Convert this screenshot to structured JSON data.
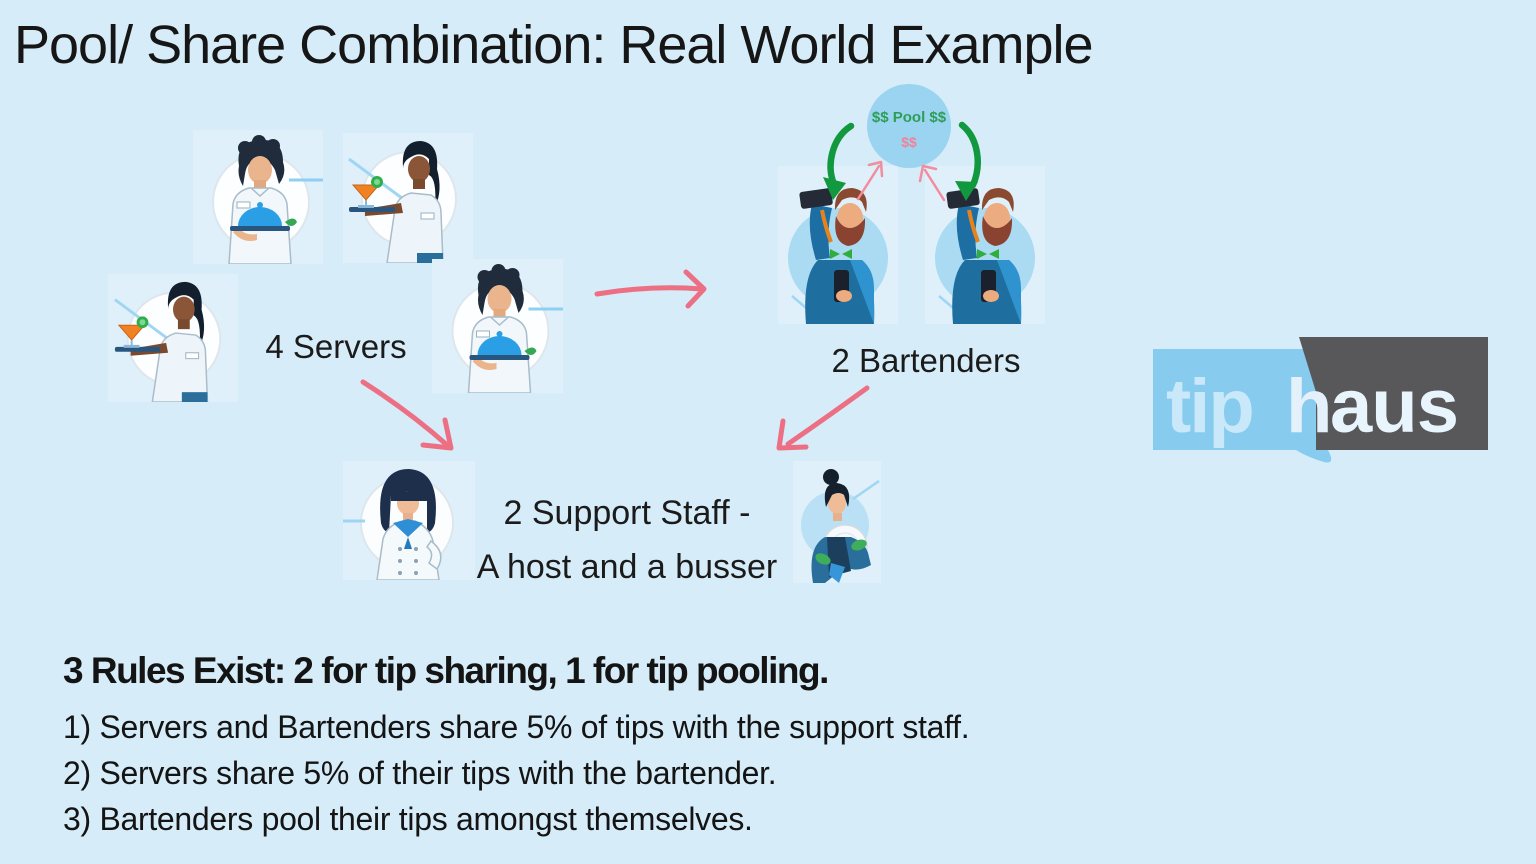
{
  "title": "Pool/ Share Combination: Real World Example",
  "diagram": {
    "servers": {
      "label": "4 Servers"
    },
    "bartenders": {
      "label": "2 Bartenders"
    },
    "support": {
      "label_line1": "2 Support Staff -",
      "label_line2": "A host and a busser"
    },
    "pool": {
      "label": "$$ Pool $$",
      "sublabel": "$$"
    }
  },
  "logo": {
    "left": "tip",
    "mid": "h",
    "right": "aus"
  },
  "rules": {
    "heading": "3 Rules Exist: 2 for tip sharing, 1 for tip pooling.",
    "items": [
      "1) Servers and Bartenders share 5% of tips with the support staff.",
      "2) Servers share 5% of their tips with the bartender.",
      "3) Bartenders pool their tips amongst themselves."
    ]
  },
  "colors": {
    "background": "#d6ecf8",
    "card": "#dff0fa",
    "pool_circle": "#9ad4f0",
    "green_arrow": "#12993f",
    "green_text": "#2e9e57",
    "pink_arrow": "#ec6f84",
    "pink_text": "#ef8399",
    "logo_blue": "#87cbee",
    "logo_gray": "#58585a",
    "text": "#161616"
  }
}
